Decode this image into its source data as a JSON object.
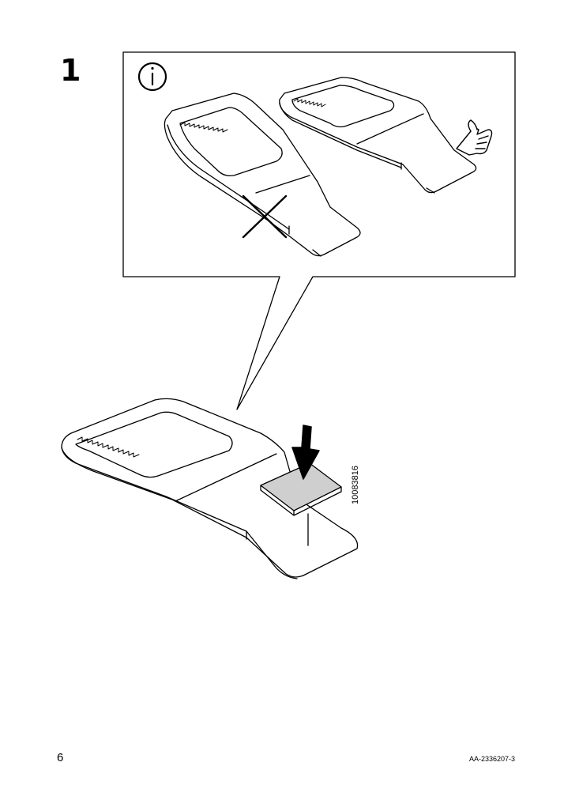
{
  "step": {
    "number": "1"
  },
  "footer": {
    "page_number": "6",
    "doc_code": "AA-2336207-3"
  },
  "callout": {
    "info_icon": "info-icon",
    "wrong_mark": "cross-icon",
    "correct_mark": "pointing-hand-icon"
  },
  "main": {
    "part_number": "10083816",
    "action_icon": "press-down-arrow-icon"
  }
}
